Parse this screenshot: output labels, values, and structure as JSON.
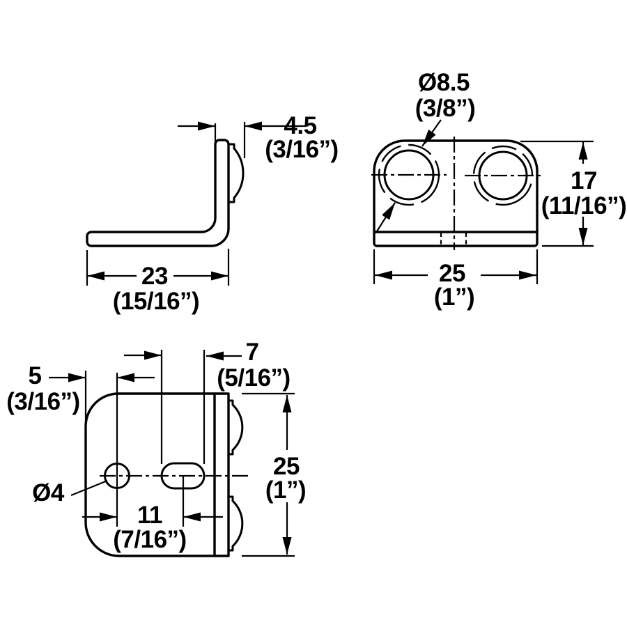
{
  "drawing_title": "Mounting bracket dimensional drawing",
  "units": {
    "primary": "mm",
    "secondary": "inch"
  },
  "colors": {
    "line": "#000000",
    "background": "#ffffff",
    "text": "#000000"
  },
  "views": {
    "side": {
      "thickness_mm": "4.5",
      "thickness_in": "(3/16”)",
      "length_mm": "23",
      "length_in": "(15/16”)"
    },
    "front": {
      "hole_dia_mm": "Ø8.5",
      "hole_dia_in": "(3/8”)",
      "height_mm": "17",
      "height_in": "(11/16”)",
      "width_mm": "25",
      "width_in": "(1”)"
    },
    "plan": {
      "edge_to_hole_mm": "5",
      "edge_to_hole_in": "(3/16”)",
      "slot_length_mm": "7",
      "slot_length_in": "(5/16”)",
      "depth_mm": "25",
      "depth_in": "(1”)",
      "hole_dia_mm": "Ø4",
      "hole_to_slot_mm": "11",
      "hole_to_slot_in": "(7/16”)"
    }
  }
}
